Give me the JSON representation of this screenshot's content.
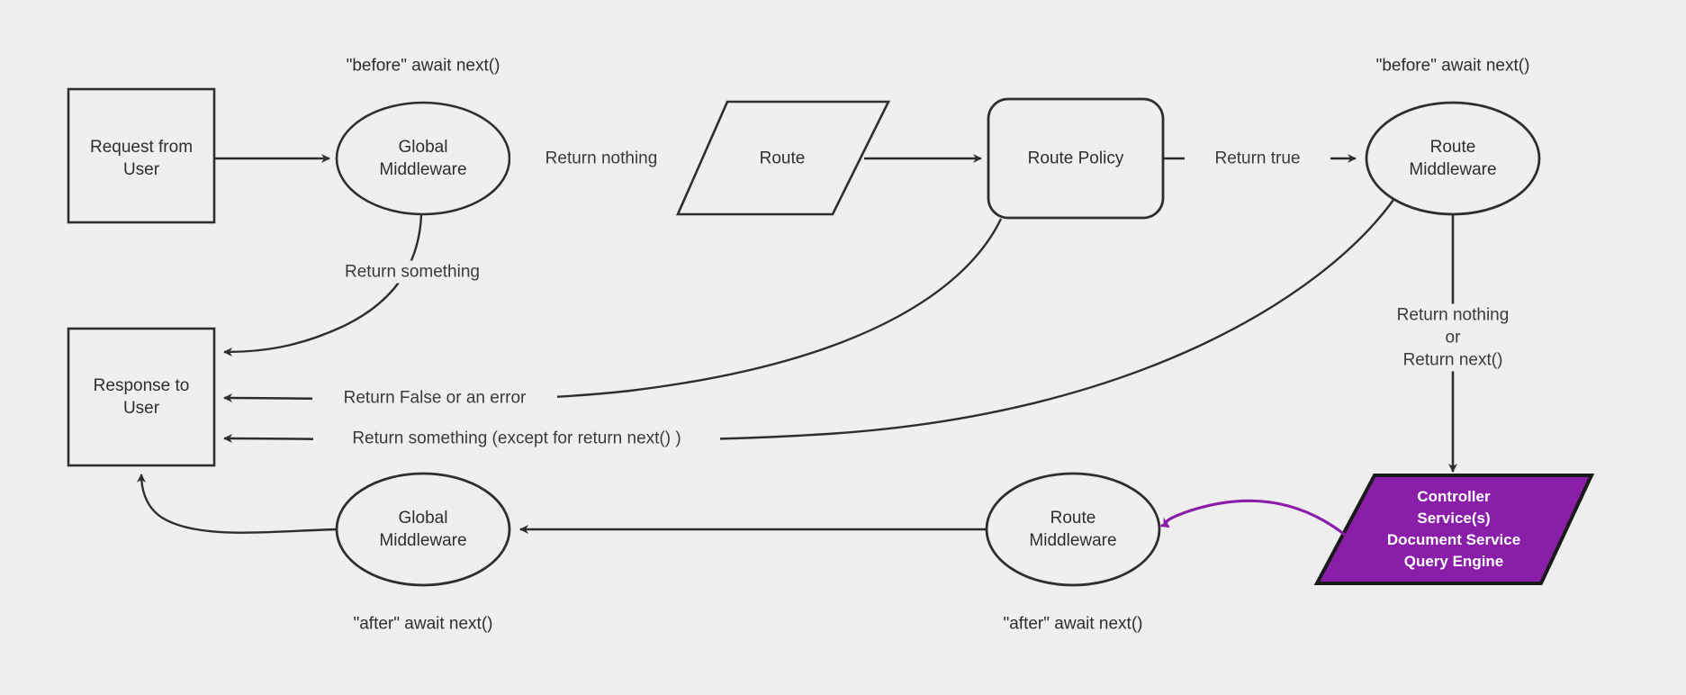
{
  "diagram": {
    "title": "Middleware request lifecycle flowchart",
    "background_color": "#efefef",
    "stroke_color": "#2e2e2e",
    "accent_color": "#8a1ea8",
    "text_color": "#2e2e2e"
  },
  "nodes": {
    "request_from_user": {
      "label": "Request from\nUser",
      "shape": "rectangle"
    },
    "global_middleware_before": {
      "label": "Global\nMiddleware",
      "shape": "ellipse"
    },
    "route": {
      "label": "Route",
      "shape": "parallelogram"
    },
    "route_policy": {
      "label": "Route Policy",
      "shape": "rounded-rectangle"
    },
    "route_middleware_before": {
      "label": "Route\nMiddleware",
      "shape": "ellipse"
    },
    "controller": {
      "label": "Controller\nService(s)\nDocument Service\nQuery Engine",
      "shape": "parallelogram",
      "fill": "#8a1ea8",
      "text_color": "#ffffff"
    },
    "route_middleware_after": {
      "label": "Route\nMiddleware",
      "shape": "ellipse"
    },
    "global_middleware_after": {
      "label": "Global\nMiddleware",
      "shape": "ellipse"
    },
    "response_to_user": {
      "label": "Response to\nUser",
      "shape": "rectangle"
    }
  },
  "notes": {
    "before_global": "\"before\" await next()",
    "before_route": "\"before\" await next()",
    "after_global": "\"after\" await next()",
    "after_route": "\"after\" await next()"
  },
  "edges": {
    "request_to_global": {
      "label": ""
    },
    "global_to_route": {
      "label": "Return nothing"
    },
    "route_to_policy": {
      "label": ""
    },
    "policy_to_route_middleware": {
      "label": "Return true"
    },
    "global_to_response": {
      "label": "Return something"
    },
    "policy_to_response": {
      "label": "Return False or an error"
    },
    "route_middleware_to_response": {
      "label": "Return something (except for return next() )"
    },
    "route_middleware_to_controller": {
      "label": "Return nothing\nor\nReturn next()"
    },
    "controller_to_route_middleware_after": {
      "label": "",
      "color": "#8a1ea8"
    },
    "route_after_to_global_after": {
      "label": ""
    },
    "global_after_to_response": {
      "label": ""
    }
  }
}
